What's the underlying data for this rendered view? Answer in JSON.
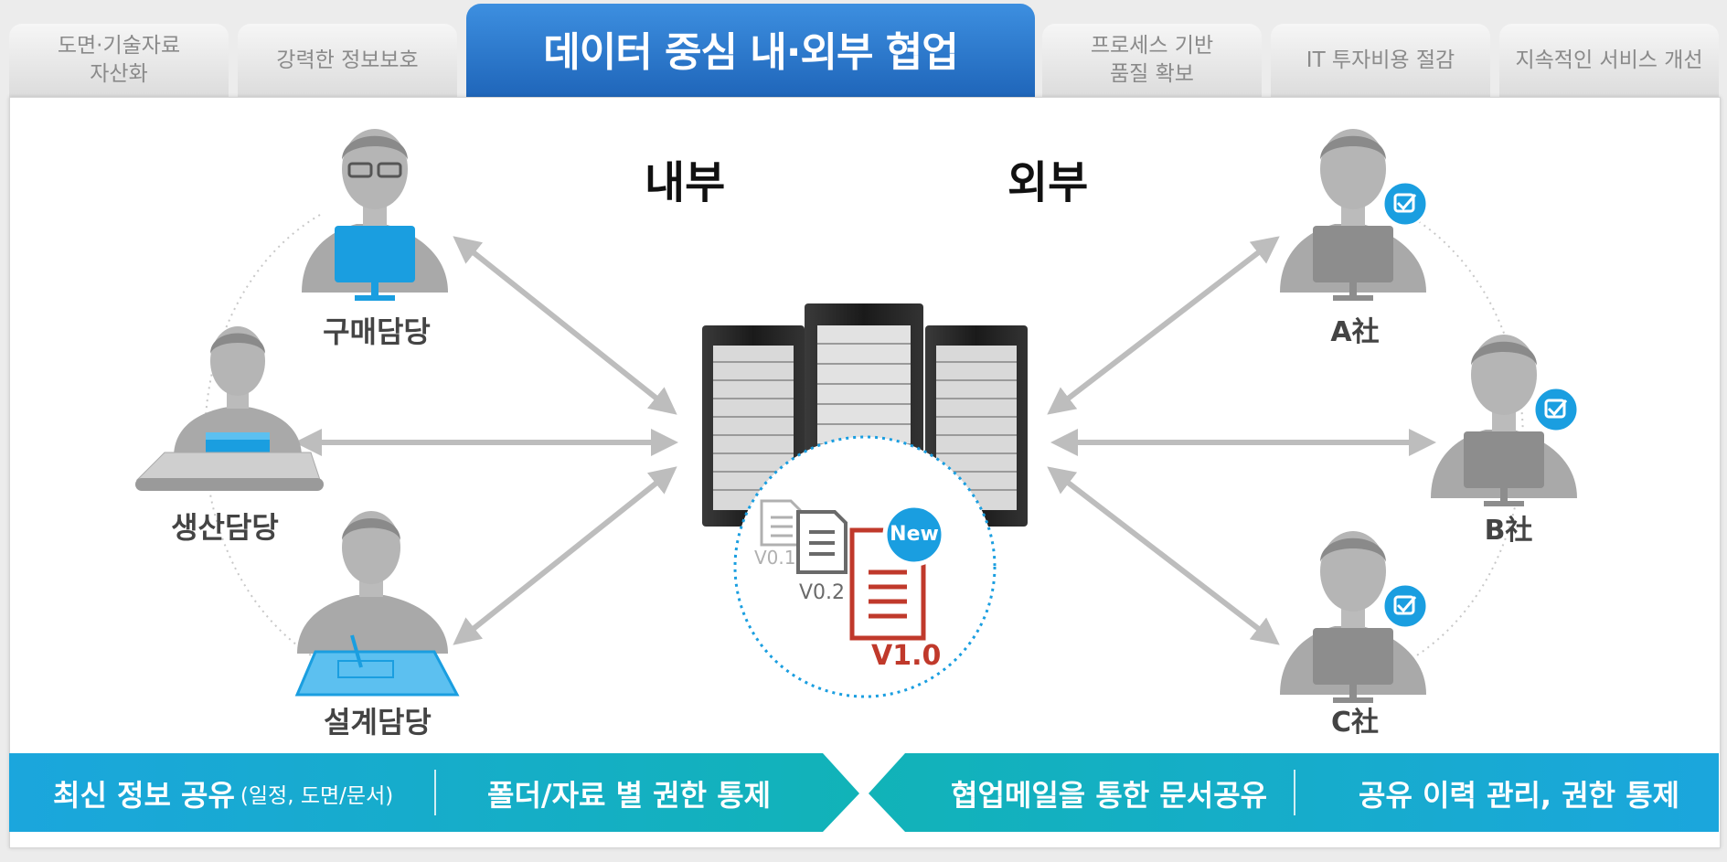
{
  "tabs": [
    {
      "line1": "도면·기술자료",
      "line2": "자산화",
      "active": false
    },
    {
      "line1": "강력한 정보보호",
      "line2": "",
      "active": false
    },
    {
      "line1": "데이터 중심 내·외부 협업",
      "line2": "",
      "active": true
    },
    {
      "line1": "프로세스 기반",
      "line2": "품질 확보",
      "active": false
    },
    {
      "line1": "IT 투자비용 절감",
      "line2": "",
      "active": false
    },
    {
      "line1": "지속적인 서비스 개선",
      "line2": "",
      "active": false
    }
  ],
  "sections": {
    "internal": "내부",
    "external": "외부"
  },
  "internal_people": [
    {
      "label": "구매담당",
      "icon": "purchaser-at-monitor-icon"
    },
    {
      "label": "생산담당",
      "icon": "producer-at-conveyor-icon"
    },
    {
      "label": "설계담당",
      "icon": "designer-at-blueprint-icon"
    }
  ],
  "external_people": [
    {
      "label": "A社",
      "icon": "partner-at-monitor-icon"
    },
    {
      "label": "B社",
      "icon": "partner-at-monitor-icon"
    },
    {
      "label": "C社",
      "icon": "partner-at-monitor-icon"
    }
  ],
  "center": {
    "icon": "server-rack-icon",
    "badge": "New",
    "versions": [
      "V0.1",
      "V0.2",
      "V1.0"
    ]
  },
  "banner": {
    "item1_main": "최신 정보 공유",
    "item1_sub": "(일정, 도면/문서)",
    "item2": "폴더/자료 별 권한 통제",
    "item3": "협업메일을 통한 문서공유",
    "item4": "공유 이력 관리, 권한 통제"
  },
  "colors": {
    "active_tab": "#2a74c8",
    "accent_blue": "#1a9ee0",
    "banner_teal": "#11b3b8",
    "banner_blue": "#1ba6dd",
    "version_red": "#c0392b",
    "person_gray": "#a9a9a9"
  }
}
